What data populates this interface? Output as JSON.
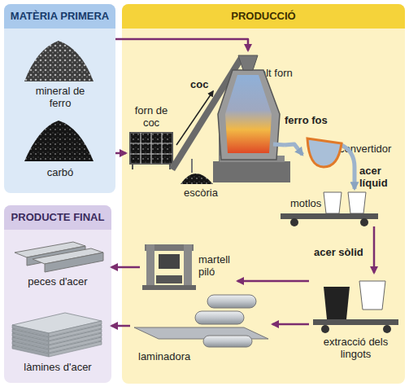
{
  "diagram": {
    "nodes": [
      {
        "text": [
          "MATÈRIA PRIMERA"
        ]
      },
      {
        "text": [
          "mineral de ferro"
        ],
        "in": 0
      },
      {
        "text": [
          "carbó"
        ],
        "in": 0
      },
      {
        "text": [
          "PRODUCCIÓ"
        ]
      },
      {
        "text": [
          "forn de coc"
        ],
        "in": 3
      },
      {
        "text": [
          "alt forn"
        ],
        "in": 3
      },
      {
        "text": [
          "convertidor"
        ],
        "in": 3
      },
      {
        "text": [
          "motlos"
        ],
        "in": 3
      },
      {
        "text": [
          "extracció dels lingots"
        ],
        "in": 3
      },
      {
        "text": [
          "martell piló"
        ],
        "in": 3
      },
      {
        "text": [
          "laminadora"
        ],
        "in": 3
      },
      {
        "text": [
          "PRODUCTE FINAL"
        ]
      },
      {
        "text": [
          "peces d'acer"
        ],
        "in": 11
      },
      {
        "text": [
          "làmines d'acer"
        ],
        "in": 11
      }
    ],
    "edges": [
      {
        "from": 1,
        "to": 5,
        "arrow": "to"
      },
      {
        "from": 2,
        "to": 4,
        "arrow": "to"
      },
      {
        "from": 4,
        "to": 5,
        "label": "coc",
        "arrow": "to"
      },
      {
        "from": 5,
        "to": 6,
        "label": "ferro fos",
        "arrow": "to"
      },
      {
        "from": 6,
        "to": 7,
        "label": "acer líquid",
        "arrow": "to"
      },
      {
        "from": 7,
        "to": 8,
        "label": "acer sòlid",
        "arrow": "to"
      },
      {
        "from": 8,
        "to": 9,
        "arrow": "to"
      },
      {
        "from": 8,
        "to": 10,
        "arrow": "to"
      },
      {
        "from": 9,
        "to": 12,
        "arrow": "to"
      },
      {
        "from": 10,
        "to": 13,
        "arrow": "to"
      }
    ],
    "labels": [
      "escòria"
    ]
  }
}
